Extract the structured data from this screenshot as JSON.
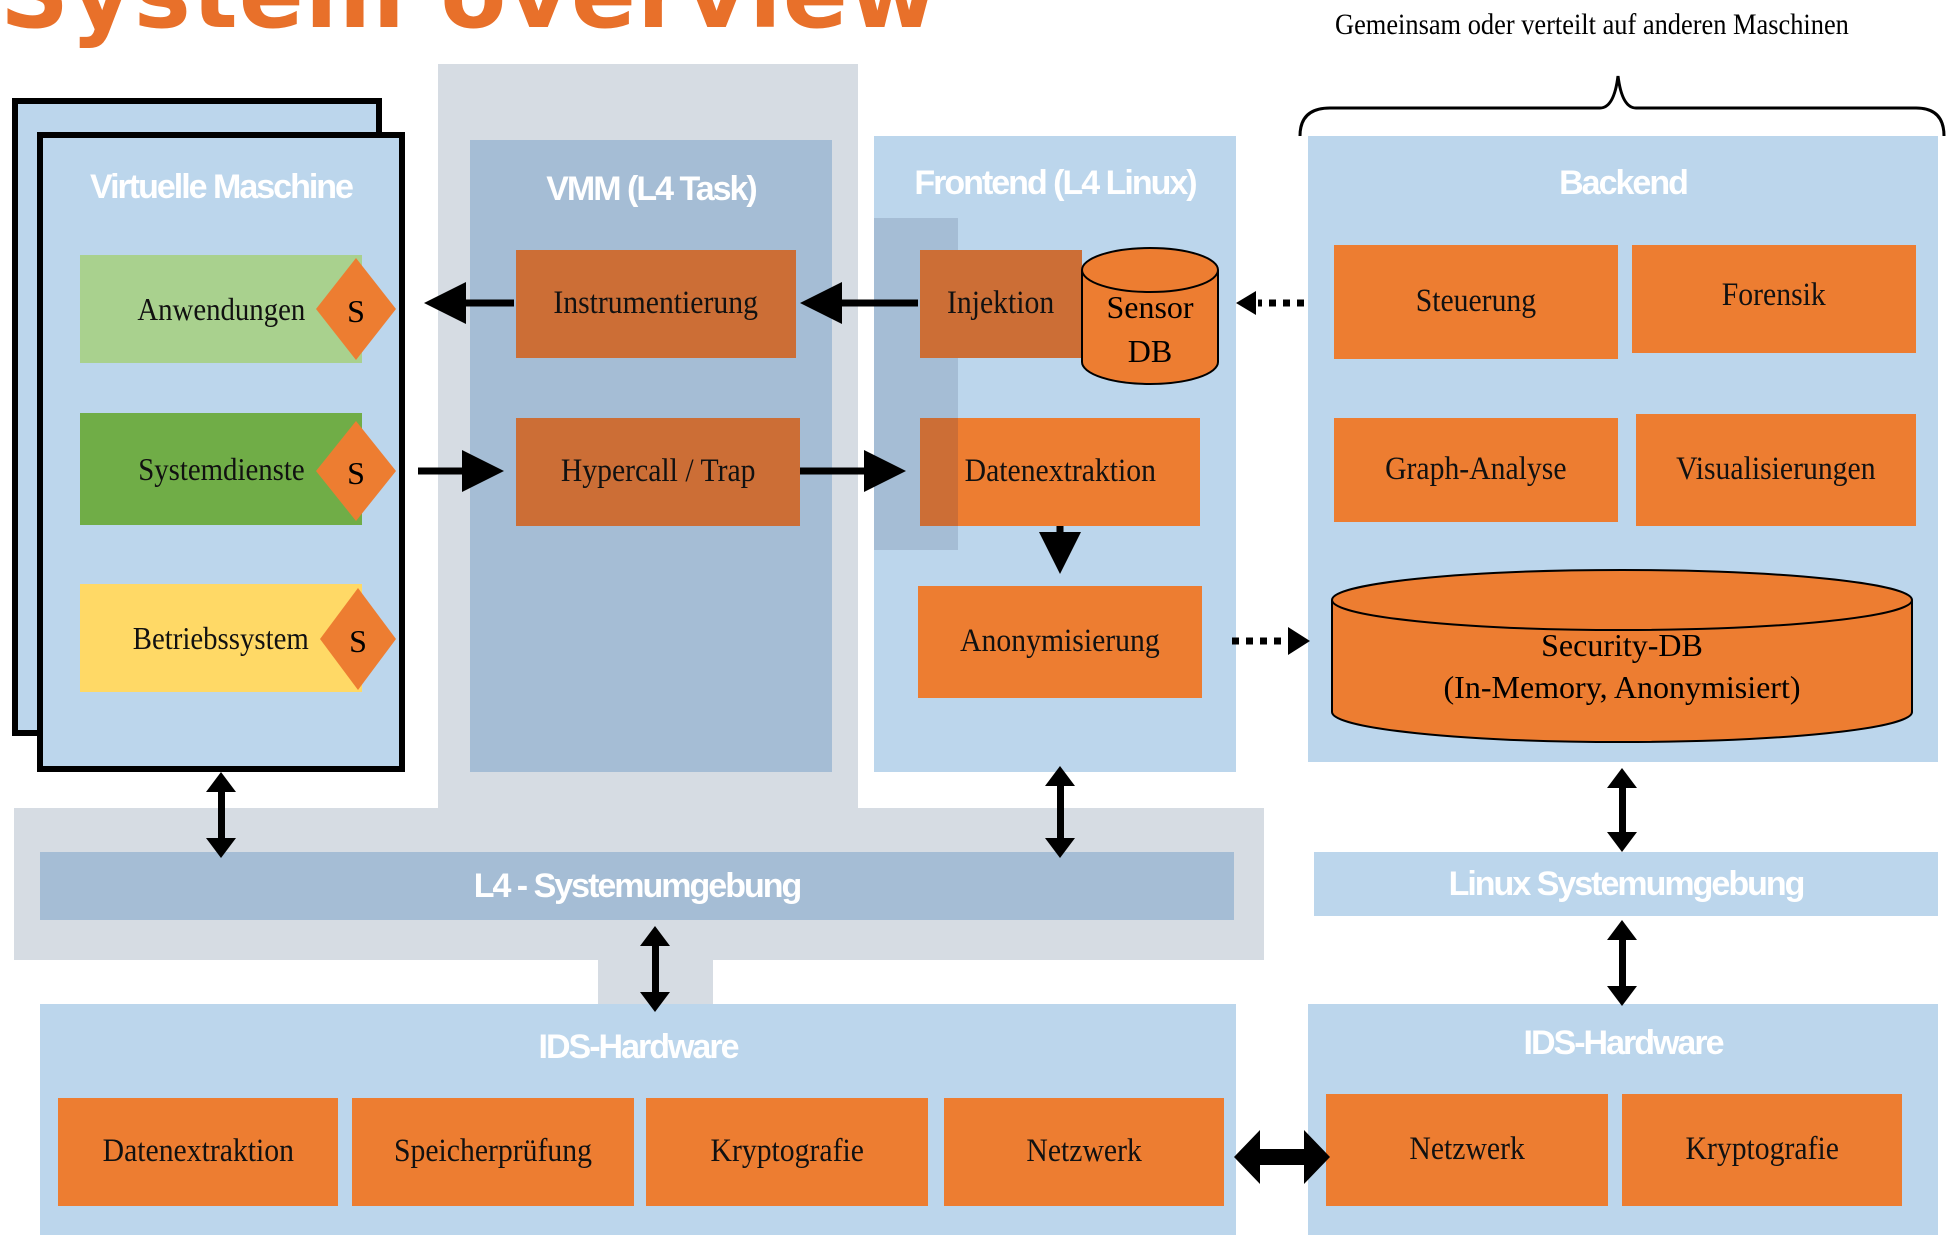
{
  "title": "System overview",
  "note": "Gemeinsam oder verteilt auf anderen Maschinen",
  "vm": {
    "header": "Virtuelle Maschine",
    "items": [
      {
        "label": "Anwendungen",
        "color": "#a9d18e",
        "sensor": "S"
      },
      {
        "label": "Systemdienste",
        "color": "#70ad47",
        "sensor": "S"
      },
      {
        "label": "Betriebssystem",
        "color": "#ffd966",
        "sensor": "S"
      }
    ]
  },
  "vmm": {
    "header": "VMM (L4 Task)",
    "instrumentation": "Instrumentierung",
    "hypercall": "Hypercall / Trap"
  },
  "frontend": {
    "header": "Frontend (L4 Linux)",
    "injection": "Injektion",
    "sensor_db_line1": "Sensor",
    "sensor_db_line2": "DB",
    "extraction": "Datenextraktion",
    "anonymization": "Anonymisierung"
  },
  "backend": {
    "header": "Backend",
    "control": "Steuerung",
    "forensics": "Forensik",
    "graph": "Graph-Analyse",
    "visualization": "Visualisierungen",
    "security_db_line1": "Security-DB",
    "security_db_line2": "(In-Memory, Anonymisiert)"
  },
  "l4_env": "L4 - Systemumgebung",
  "linux_env": "Linux Systemumgebung",
  "hw_left": {
    "header": "IDS-Hardware",
    "items": [
      "Datenextraktion",
      "Speicherprüfung",
      "Kryptografie",
      "Netzwerk"
    ]
  },
  "hw_right": {
    "header": "IDS-Hardware",
    "items": [
      "Netzwerk",
      "Kryptografie"
    ]
  },
  "colors": {
    "accent": "#e8702a",
    "orange": "#ed7d31",
    "panel_light": "#bcd6ec",
    "panel_grey": "#d6dce3",
    "panel_mid": "#a5bdd5"
  }
}
